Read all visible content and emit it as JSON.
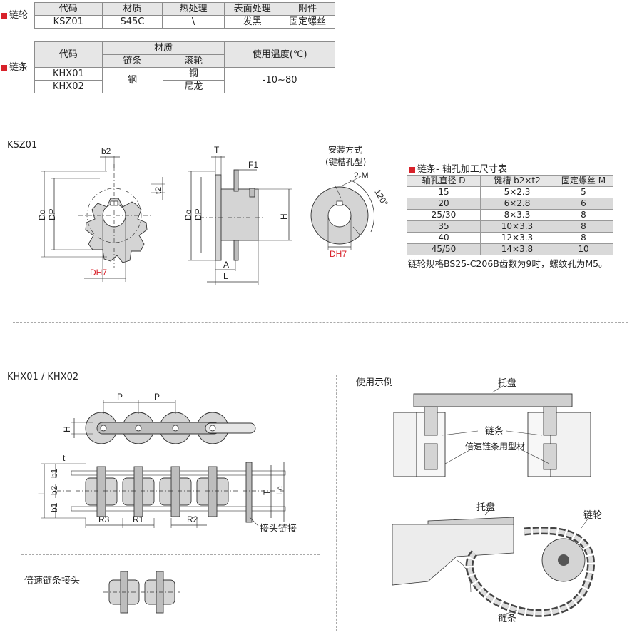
{
  "sprocket_table": {
    "label": "链轮",
    "headers": [
      "代码",
      "材质",
      "热处理",
      "表面处理",
      "附件"
    ],
    "row": [
      "KSZ01",
      "S45C",
      "\\",
      "发黑",
      "固定螺丝"
    ]
  },
  "chain_table": {
    "label": "链条",
    "h_code": "代码",
    "h_material": "材质",
    "h_chain": "链条",
    "h_roller": "滚轮",
    "h_temp": "使用温度(℃)",
    "rows": [
      {
        "code": "KHX01",
        "chain": "钢",
        "roller": "钢",
        "temp": "-10~80"
      },
      {
        "code": "KHX02",
        "chain": "钢",
        "roller": "尼龙",
        "temp": "-10~80"
      }
    ]
  },
  "ksz": {
    "title": "KSZ01",
    "install_title": "安装方式",
    "install_sub": "(键槽孔型)",
    "labels": {
      "b2": "b2",
      "t2": "t2",
      "Do": "Do",
      "Dp": "DP",
      "DH7": "DH7",
      "T": "T",
      "F1": "F1",
      "H": "H",
      "A": "A",
      "L": "L",
      "M": "2-M",
      "angle": "120°"
    }
  },
  "bore_table": {
    "title": "链条- 轴孔加工尺寸表",
    "headers": [
      "轴孔直径 D",
      "键槽 b2×t2",
      "固定螺丝 M"
    ],
    "rows": [
      [
        "15",
        "5×2.3",
        "5"
      ],
      [
        "20",
        "6×2.8",
        "6"
      ],
      [
        "25/30",
        "8×3.3",
        "8"
      ],
      [
        "35",
        "10×3.3",
        "8"
      ],
      [
        "40",
        "12×3.3",
        "8"
      ],
      [
        "45/50",
        "14×3.8",
        "10"
      ]
    ],
    "note": "链轮规格BS25-C206B齿数为9时，螺纹孔为M5。"
  },
  "khx": {
    "title": "KHX01 / KHX02",
    "labels": {
      "P1": "P",
      "P2": "P",
      "H": "H",
      "t": "t",
      "b1a": "b1",
      "b2": "b2",
      "b1b": "b1",
      "L": "L",
      "T": "T",
      "Lc": "Lc",
      "R3": "R3",
      "R1": "R1",
      "R2": "R2"
    },
    "joint_label": "接头链接",
    "double_title": "倍速链条接头"
  },
  "usage": {
    "title": "使用示例",
    "tray": "托盘",
    "chain": "链条",
    "profile": "倍速链条用型材",
    "tray2": "托盘",
    "sprocket": "链轮",
    "chain2": "链条"
  }
}
